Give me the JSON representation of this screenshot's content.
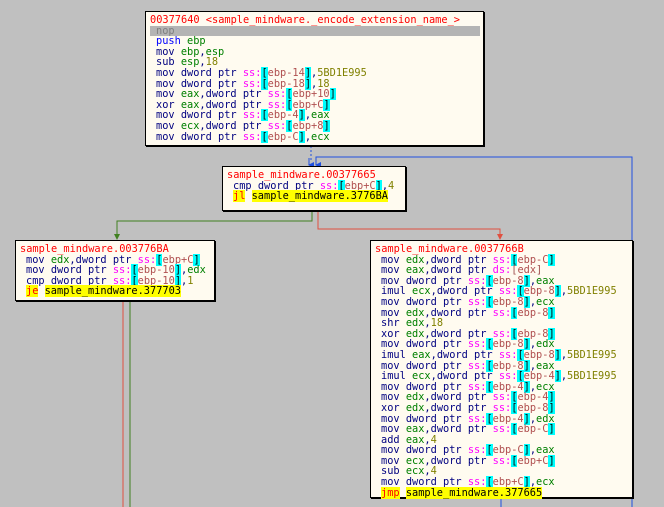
{
  "colors": {
    "background": "#c0c0c0",
    "block": "#fffbf0",
    "true_edge": "#408020",
    "false_edge": "#e05040",
    "jump_edge": "#2050e0"
  },
  "blocks": [
    {
      "header": "00377640 <sample_mindware._encode_extension_name_>",
      "lines": [
        "nop",
        "push ebp",
        "mov ebp,esp",
        "sub esp,18",
        "mov dword ptr ss:[ebp-14],5BD1E995",
        "mov dword ptr ss:[ebp-18],18",
        "mov eax,dword ptr ss:[ebp+10]",
        "xor eax,dword ptr ss:[ebp+C]",
        "mov dword ptr ss:[ebp-4],eax",
        "mov ecx,dword ptr ss:[ebp+8]",
        "mov dword ptr ss:[ebp-C],ecx"
      ]
    },
    {
      "header": "sample_mindware.00377665",
      "lines": [
        "cmp dword ptr ss:[ebp+C],4",
        "jl sample_mindware.3776BA"
      ]
    },
    {
      "header": "sample_mindware.003776BA",
      "lines": [
        "mov edx,dword ptr ss:[ebp+C]",
        "mov dword ptr ss:[ebp-10],edx",
        "cmp dword ptr ss:[ebp-10],1",
        "je sample_mindware.377703"
      ]
    },
    {
      "header": "sample_mindware.0037766B",
      "lines": [
        "mov edx,dword ptr ss:[ebp-C]",
        "mov eax,dword ptr ds:[edx]",
        "mov dword ptr ss:[ebp-8],eax",
        "imul ecx,dword ptr ss:[ebp-8],5BD1E995",
        "mov dword ptr ss:[ebp-8],ecx",
        "mov edx,dword ptr ss:[ebp-8]",
        "shr edx,18",
        "xor edx,dword ptr ss:[ebp-8]",
        "mov dword ptr ss:[ebp-8],edx",
        "imul eax,dword ptr ss:[ebp-8],5BD1E995",
        "mov dword ptr ss:[ebp-8],eax",
        "imul ecx,dword ptr ss:[ebp-4],5BD1E995",
        "mov dword ptr ss:[ebp-4],ecx",
        "mov edx,dword ptr ss:[ebp-4]",
        "xor edx,dword ptr ss:[ebp-8]",
        "mov dword ptr ss:[ebp-4],edx",
        "mov eax,dword ptr ss:[ebp-C]",
        "add eax,4",
        "mov dword ptr ss:[ebp-C],eax",
        "mov ecx,dword ptr ss:[ebp+C]",
        "sub ecx,4",
        "mov dword ptr ss:[ebp+C],ecx",
        "jmp sample_mindware.377665"
      ]
    }
  ]
}
